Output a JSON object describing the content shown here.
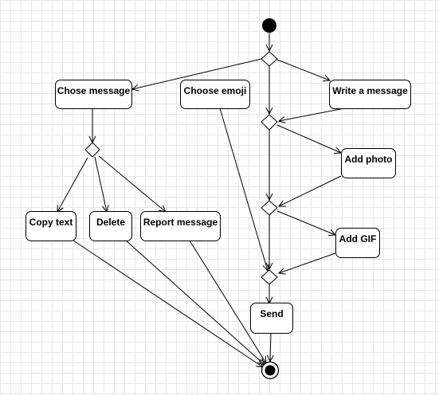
{
  "diagram": {
    "type": "uml-activity-diagram",
    "nodes": {
      "chose_message": "Chose message",
      "choose_emoji": "Choose emoji",
      "write_message": "Write a message",
      "add_photo": "Add photo",
      "add_gif": "Add GIF",
      "copy_text": "Copy text",
      "delete": "Delete",
      "report_message": "Report message",
      "send": "Send"
    },
    "edges": [
      [
        "start",
        "fork-decision"
      ],
      [
        "fork-decision",
        "chose_message"
      ],
      [
        "fork-decision",
        "write_message"
      ],
      [
        "fork-decision",
        "merge-1"
      ],
      [
        "write_message",
        "merge-1"
      ],
      [
        "merge-1",
        "add_photo"
      ],
      [
        "merge-1",
        "merge-2"
      ],
      [
        "add_photo",
        "merge-2"
      ],
      [
        "merge-2",
        "add_gif"
      ],
      [
        "merge-2",
        "merge-3"
      ],
      [
        "add_gif",
        "merge-3"
      ],
      [
        "choose_emoji",
        "merge-3"
      ],
      [
        "merge-3",
        "send"
      ],
      [
        "send",
        "end"
      ],
      [
        "chose_message",
        "options-decision"
      ],
      [
        "options-decision",
        "copy_text"
      ],
      [
        "options-decision",
        "delete"
      ],
      [
        "options-decision",
        "report_message"
      ],
      [
        "copy_text",
        "end"
      ],
      [
        "delete",
        "end"
      ],
      [
        "report_message",
        "end"
      ]
    ]
  }
}
